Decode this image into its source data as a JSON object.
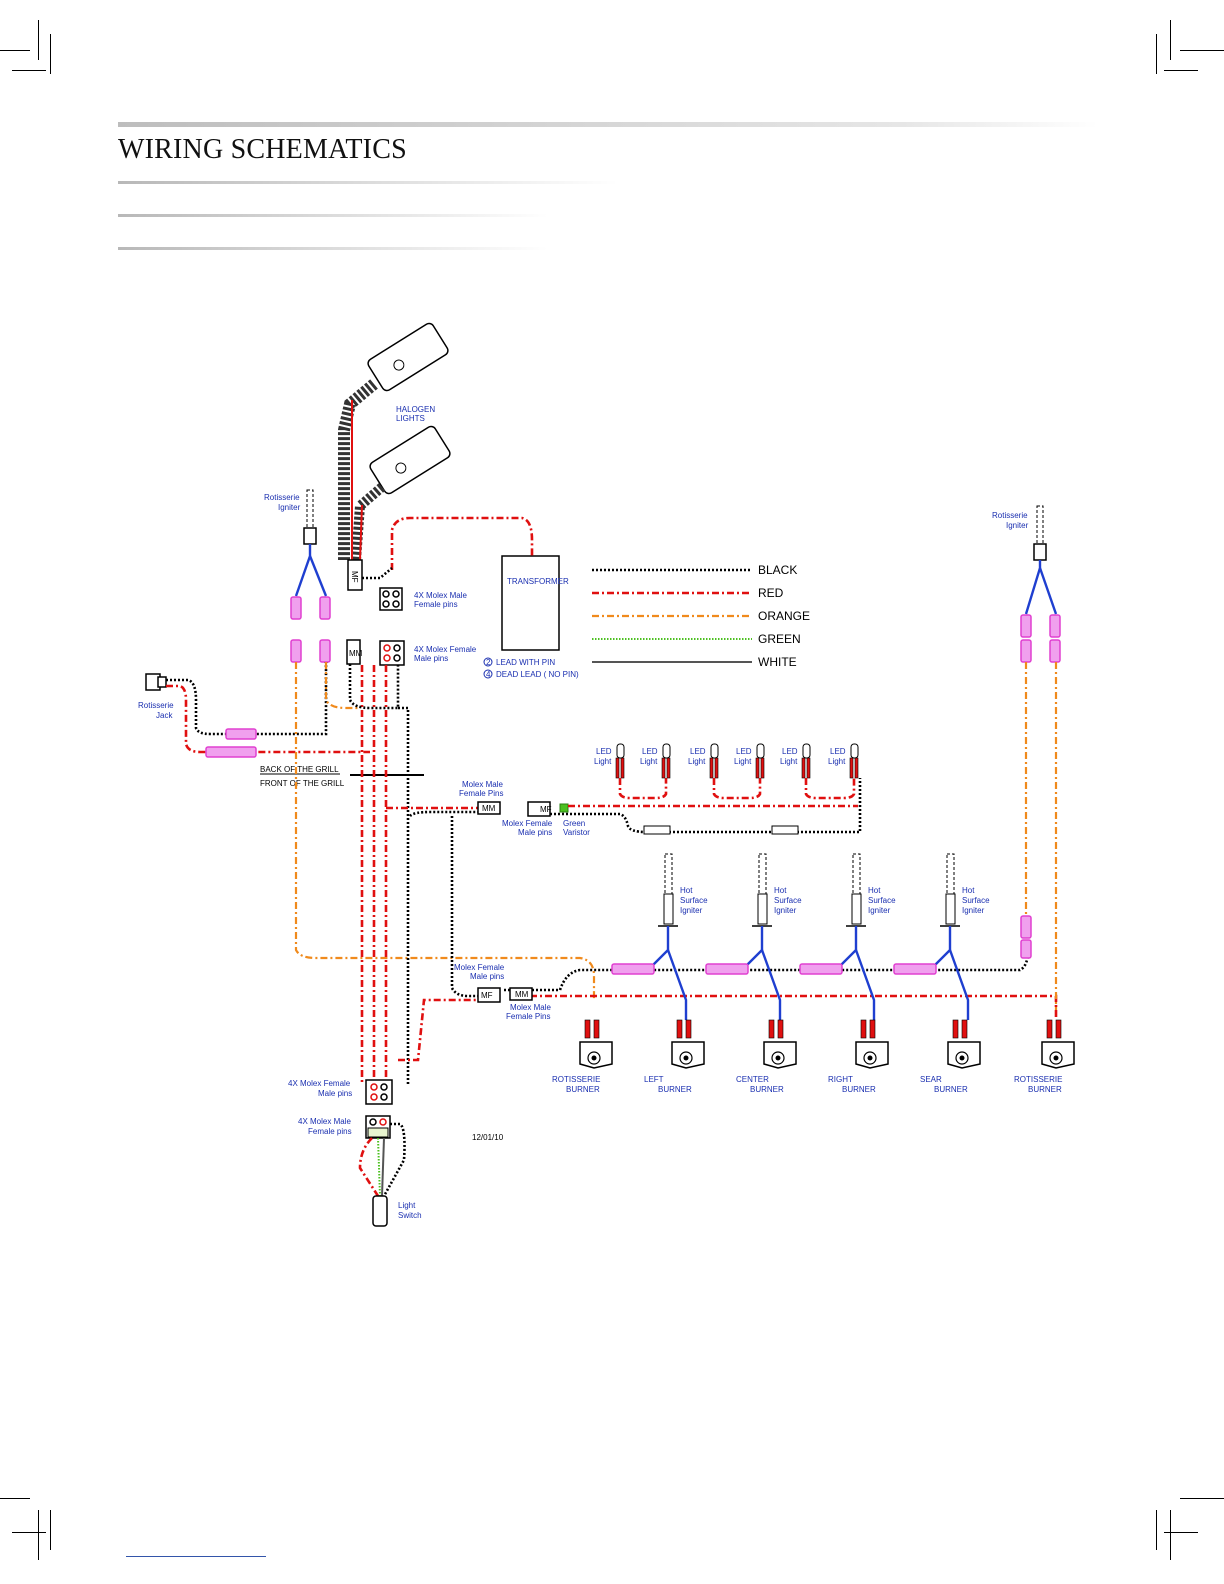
{
  "page": {
    "title": "WIRING SCHEMATICS",
    "date_code": "12/01/10"
  },
  "colors": {
    "black": "#000000",
    "red": "#e01010",
    "orange": "#f08a1c",
    "green": "#4cc020",
    "white": "#555555",
    "blue": "#1f3fd0",
    "pink": "#e040d0",
    "label": "#1a2fb0"
  },
  "legend": [
    {
      "label": "BLACK",
      "color": "#000000"
    },
    {
      "label": "RED",
      "color": "#e01010"
    },
    {
      "label": "ORANGE",
      "color": "#f08a1c"
    },
    {
      "label": "GREEN",
      "color": "#4cc020"
    },
    {
      "label": "WHITE",
      "color": "#555555"
    }
  ],
  "labels": {
    "halogen": [
      "HALOGEN",
      "LIGHTS"
    ],
    "transformer": "TRANSFORMER",
    "pin_note_1": "LEAD WITH PIN",
    "pin_note_1_num": "2",
    "pin_note_2": "DEAD LEAD  ( NO PIN)",
    "pin_note_2_num": "4",
    "molex_4x_male_female_top": [
      "4X Molex Male",
      "Female pins"
    ],
    "molex_4x_female_male_top": [
      "4X Molex Female",
      "Male pins"
    ],
    "rot_igniter_left": [
      "Rotisserie",
      "Igniter"
    ],
    "rot_igniter_right": [
      "Rotisserie",
      "Igniter"
    ],
    "rot_jack": [
      "Rotisserie",
      "Jack"
    ],
    "back_of_grill": "BACK OF THE GRILL",
    "front_of_grill": "FRONT OF THE GRILL",
    "molex_male_female_pins_1": [
      "Molex Male",
      "Female Pins"
    ],
    "molex_female_male_pins_1": [
      "Molex Female",
      "Male pins"
    ],
    "green_varistor": [
      "Green",
      "Varistor"
    ],
    "led_light": [
      "LED",
      "Light"
    ],
    "hot_surface_igniter": [
      "Hot",
      "Surface",
      "Igniter"
    ],
    "molex_female_male_pins_2": [
      "Molex Female",
      "Male pins"
    ],
    "molex_male_female_pins_2": [
      "Molex Male",
      "Female Pins"
    ],
    "molex_4x_female_male_bottom": [
      "4X Molex Female",
      "Male pins"
    ],
    "molex_4x_male_female_bottom": [
      "4X Molex Male",
      "Female pins"
    ],
    "light_switch": [
      "Light",
      "Switch"
    ],
    "mf": "MF",
    "mm": "MM"
  },
  "burners": [
    {
      "name": [
        "ROTISSERIE",
        "BURNER"
      ]
    },
    {
      "name": [
        "LEFT",
        "BURNER"
      ]
    },
    {
      "name": [
        "CENTER",
        "BURNER"
      ]
    },
    {
      "name": [
        "RIGHT",
        "BURNER"
      ]
    },
    {
      "name": [
        "SEAR",
        "BURNER"
      ]
    },
    {
      "name": [
        "ROTISSERIE",
        "BURNER"
      ]
    }
  ],
  "led_count": 6,
  "hot_surface_igniter_count": 4
}
